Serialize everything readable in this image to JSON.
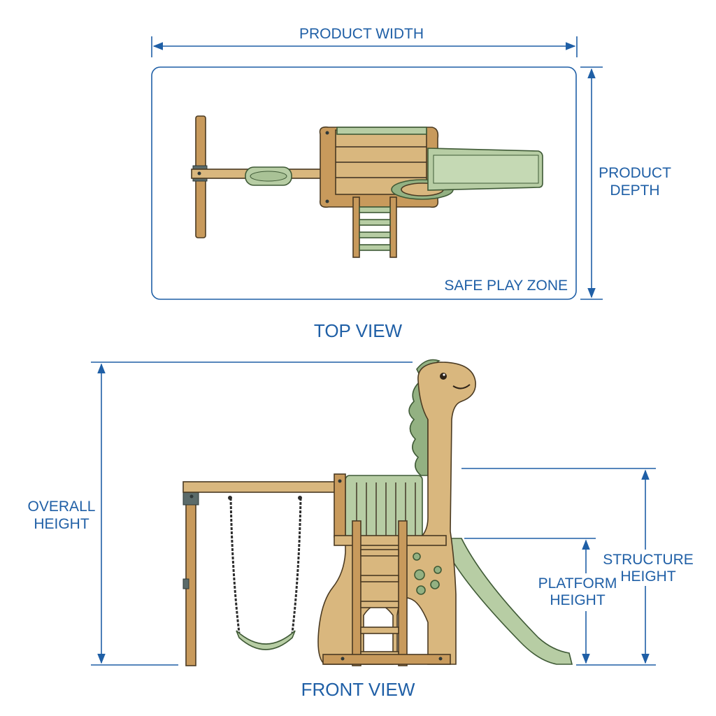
{
  "top_view": {
    "title": "TOP VIEW",
    "width_label": "PRODUCT WIDTH",
    "depth_label_line1": "PRODUCT",
    "depth_label_line2": "DEPTH",
    "zone_label": "SAFE PLAY ZONE"
  },
  "front_view": {
    "title": "FRONT VIEW",
    "overall_line1": "OVERALL",
    "overall_line2": "HEIGHT",
    "platform_line1": "PLATFORM",
    "platform_line2": "HEIGHT",
    "structure_line1": "STRUCTURE",
    "structure_line2": "HEIGHT"
  },
  "colors": {
    "dimension": "#1f5fa6",
    "wood": "#d9b77e",
    "accent_green": "#b7cda4"
  }
}
